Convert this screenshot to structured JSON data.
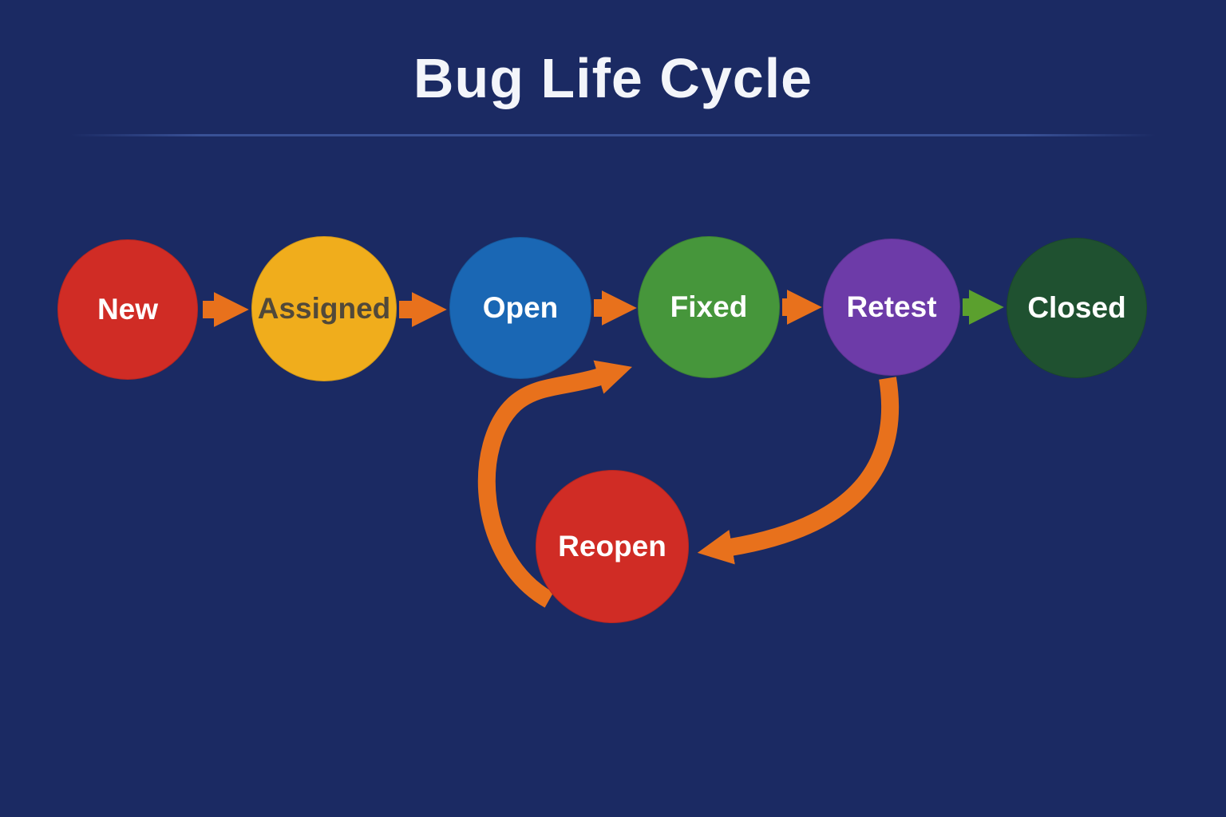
{
  "title": "Bug Life Cycle",
  "colors": {
    "background": "#1b2a63",
    "title_text": "#f3f5fa",
    "divider": "#3e58a0",
    "arrow": "#e8711c",
    "arrow_final": "#5ba02e"
  },
  "nodes": {
    "new": {
      "label": "New",
      "color": "#d02c25",
      "text_color": "#ffffff"
    },
    "assigned": {
      "label": "Assigned",
      "color": "#f0ad1c",
      "text_color": "#51493a"
    },
    "open": {
      "label": "Open",
      "color": "#1a67b4",
      "text_color": "#ffffff"
    },
    "fixed": {
      "label": "Fixed",
      "color": "#46963b",
      "text_color": "#ffffff"
    },
    "retest": {
      "label": "Retest",
      "color": "#6d3ba8",
      "text_color": "#ffffff"
    },
    "closed": {
      "label": "Closed",
      "color": "#1f5130",
      "text_color": "#ffffff"
    },
    "reopen": {
      "label": "Reopen",
      "color": "#d02c25",
      "text_color": "#ffffff"
    }
  },
  "edges": [
    {
      "from": "New",
      "to": "Assigned",
      "style": "straight",
      "color": "#e8711c"
    },
    {
      "from": "Assigned",
      "to": "Open",
      "style": "straight",
      "color": "#e8711c"
    },
    {
      "from": "Open",
      "to": "Fixed",
      "style": "straight",
      "color": "#e8711c"
    },
    {
      "from": "Fixed",
      "to": "Retest",
      "style": "straight",
      "color": "#e8711c"
    },
    {
      "from": "Retest",
      "to": "Closed",
      "style": "straight",
      "color": "#5ba02e"
    },
    {
      "from": "Retest",
      "to": "Reopen",
      "style": "curved",
      "color": "#e8711c"
    },
    {
      "from": "Reopen",
      "to": "Fixed",
      "style": "curved",
      "color": "#e8711c"
    }
  ]
}
